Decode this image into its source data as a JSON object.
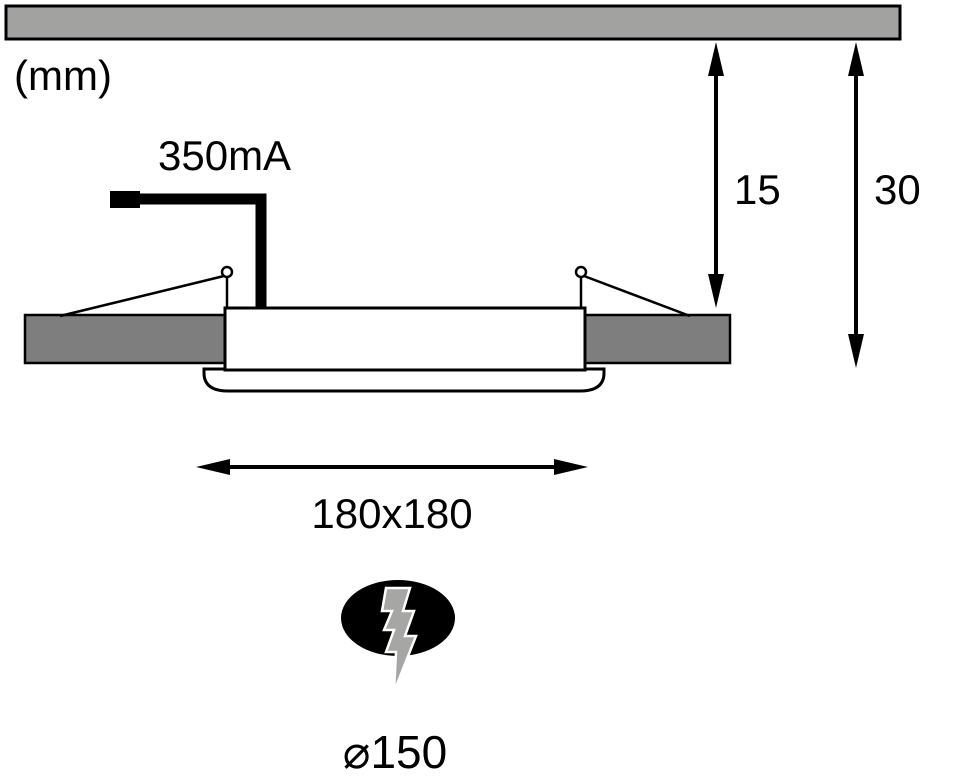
{
  "diagram": {
    "unit_label": "(mm)",
    "labels": {
      "current": "350mA",
      "recess_depth": "15",
      "overall_depth": "30",
      "panel_size": "180x180",
      "cutout_diameter": "⌀150"
    },
    "colors": {
      "ceiling_gray": "#a2a2a1",
      "flange_gray": "#7e7e7e",
      "bolt_gray": "#a6a6a5",
      "line_black": "#000000"
    }
  }
}
